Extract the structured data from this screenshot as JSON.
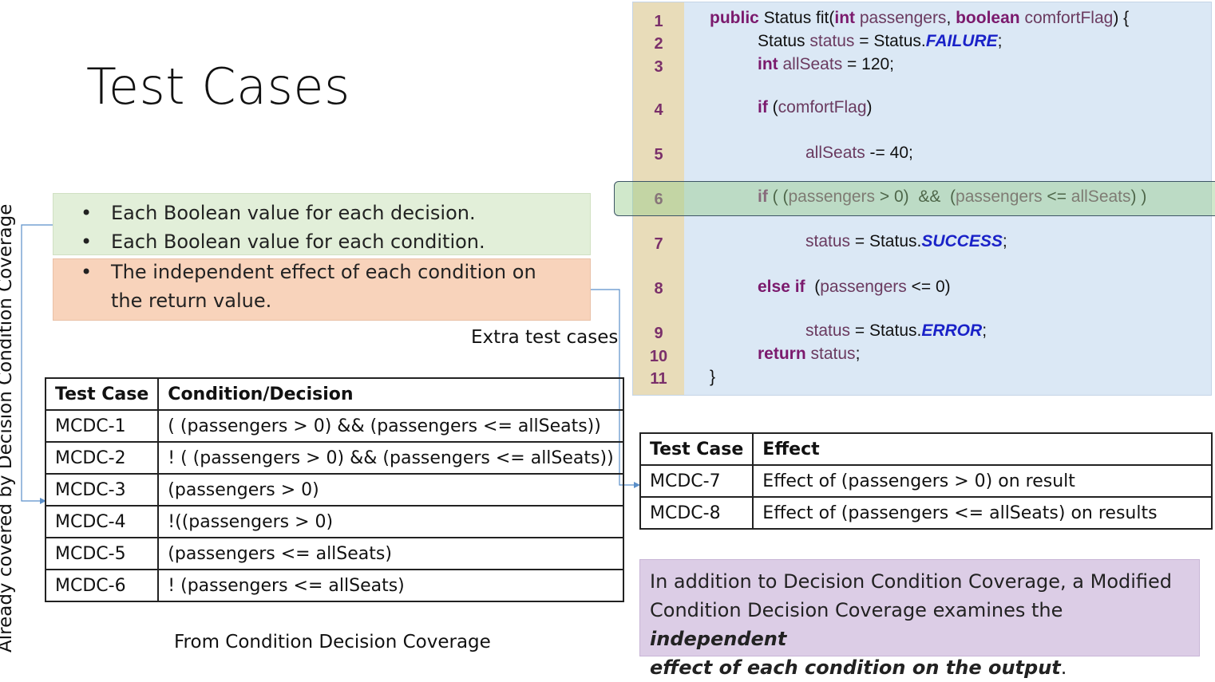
{
  "title": "Test Cases",
  "side_label": "Already covered by Decision Condition Coverage",
  "green_box": {
    "items": [
      "Each Boolean value for each decision.",
      "Each Boolean value for each condition."
    ]
  },
  "orange_box": {
    "line1": "The independent effect of each condition on",
    "line2": "the return value."
  },
  "bullet": "•",
  "extra_label": "Extra test cases",
  "left_caption": "From Condition Decision Coverage",
  "left_table": {
    "headers": [
      "Test Case",
      "Condition/Decision"
    ],
    "rows": [
      [
        "MCDC-1",
        "( (passengers > 0) && (passengers <= allSeats))"
      ],
      [
        "MCDC-2",
        "! ( (passengers > 0) && (passengers <= allSeats))"
      ],
      [
        "MCDC-3",
        "(passengers > 0)"
      ],
      [
        "MCDC-4",
        "!((passengers > 0)"
      ],
      [
        "MCDC-5",
        "(passengers <= allSeats)"
      ],
      [
        "MCDC-6",
        "! (passengers <= allSeats)"
      ]
    ]
  },
  "right_table": {
    "headers": [
      "Test Case",
      "Effect"
    ],
    "rows": [
      [
        "MCDC-7",
        "Effect of (passengers > 0) on result"
      ],
      [
        "MCDC-8",
        "Effect of (passengers <= allSeats) on results"
      ]
    ]
  },
  "note": {
    "line1": "In addition to Decision Condition Coverage, a Modified",
    "line2a": "Condition Decision Coverage examines the ",
    "line2b": "independent",
    "line3a": "effect of each condition on the output",
    "line3b": "."
  },
  "code": {
    "line_numbers": [
      "1",
      "2",
      "3",
      "4",
      "5",
      "6",
      "7",
      "8",
      "9",
      "10",
      "11"
    ],
    "l1": {
      "kw1": "public",
      "t1": " Status fit(",
      "kw2": "int",
      "v1": " passengers",
      "t2": ", ",
      "kw3": "boolean",
      "v2": " comfortFlag",
      "t3": ") {"
    },
    "l2": {
      "t1": "Status ",
      "v1": "status",
      "t2": " = Status.",
      "en": "FAILURE",
      "t3": ";"
    },
    "l3": {
      "kw": "int",
      "v1": " allSeats",
      "t1": " = 120;"
    },
    "l4": {
      "kw": "if",
      "t1": " (",
      "v1": "comfortFlag",
      "t2": ")"
    },
    "l5": {
      "v1": "allSeats",
      "t1": " -= 40;"
    },
    "l6": {
      "kw": "if",
      "t1": " ( (",
      "v1": "passengers",
      "t2": " > 0)  &&  (",
      "v2": "passengers",
      "t3": " <= ",
      "v3": "allSeats",
      "t4": ") )"
    },
    "l7": {
      "v1": "status",
      "t1": " = Status.",
      "en": "SUCCESS",
      "t2": ";"
    },
    "l8": {
      "kw": "else if",
      "t1": "  (",
      "v1": "passengers",
      "t2": " <= 0)"
    },
    "l9": {
      "v1": "status",
      "t1": " = Status.",
      "en": "ERROR",
      "t2": ";"
    },
    "l10": {
      "kw": "return",
      "v1": " status",
      "t1": ";"
    },
    "l11": {
      "t1": "}"
    }
  }
}
